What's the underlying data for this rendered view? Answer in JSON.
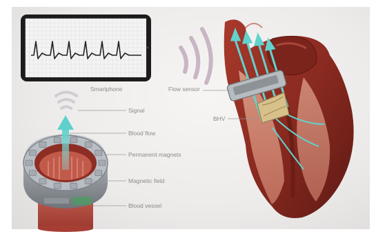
{
  "labels": {
    "smartphone": "Smartphone",
    "signal": "Signal",
    "blood_flow": "Blood flow",
    "permanent_magnets": "Permanent magnets",
    "magnetic_field": "Magnetic field",
    "blood_vessel": "Blood vessel",
    "flow_sensor": "Flow sensor",
    "bhv": "BHV"
  },
  "colors": {
    "background": "#ecebea",
    "phone_body": "#1c1c1c",
    "ecg_trace": "#222222",
    "arrow": "#6fd3d0",
    "heart": "#8e2a22",
    "vessel": "#c9574b",
    "label_text": "#8a8a8a"
  }
}
